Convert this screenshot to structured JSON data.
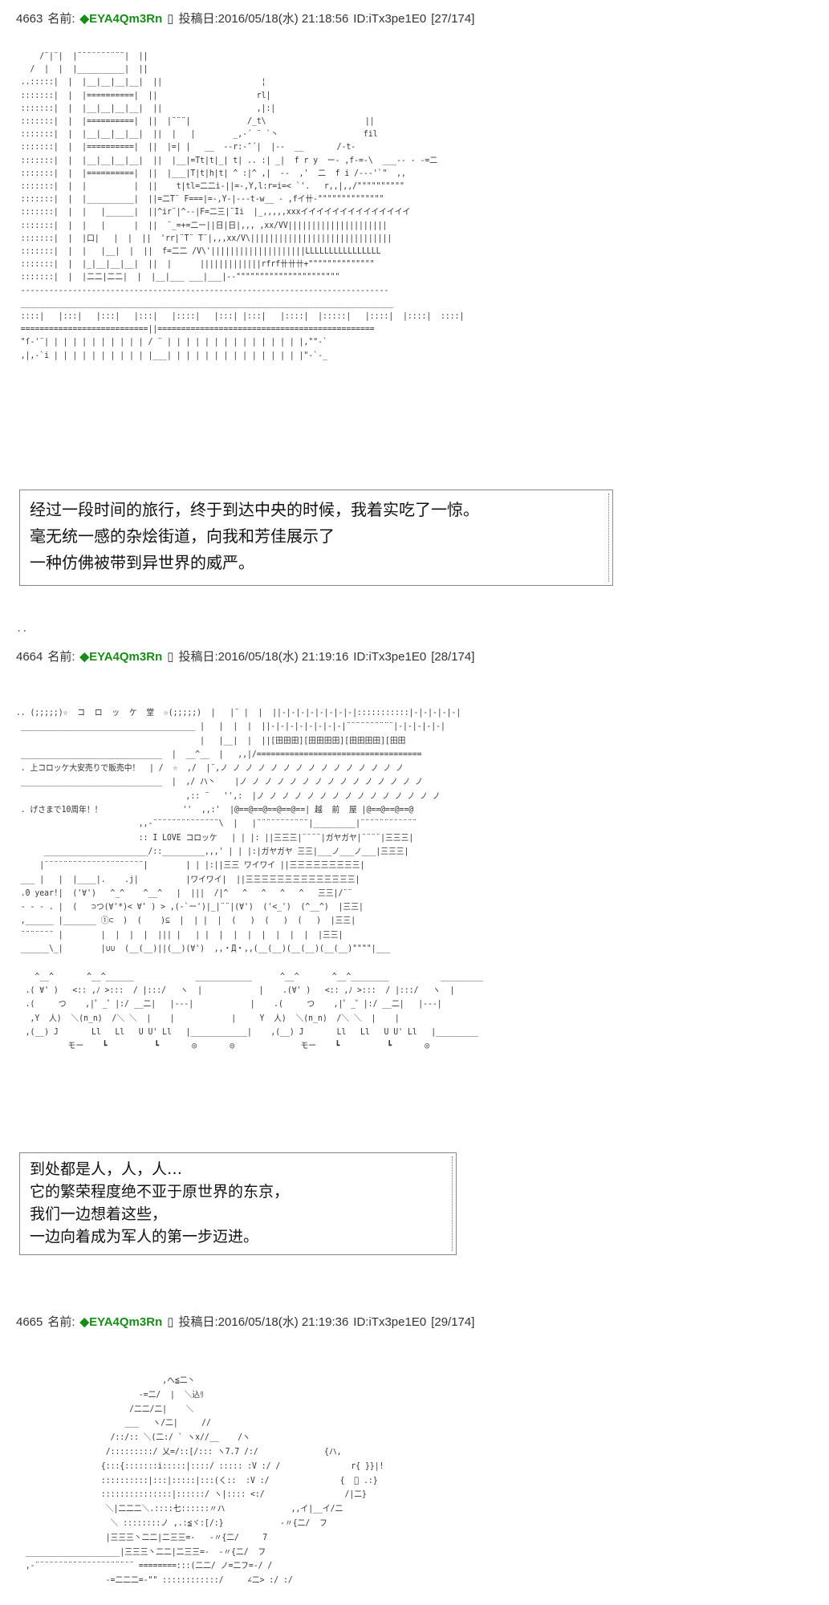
{
  "posts": [
    {
      "number": "4663",
      "name_label": "名前:",
      "trip": "◆EYA4Qm3Rn",
      "date_label": "投稿日:",
      "datetime": "2016/05/18(水) 21:18:56",
      "id": "ID:iTx3pe1E0",
      "count": "[27/174]",
      "narration": [
        "经过一段时间的旅行，终于到达中央的时候，我着实吃了一惊。",
        "毫无统一感的杂烩街道，向我和芳佳展示了",
        "一种仿佛被带到异世界的威严。"
      ],
      "art": "      /¨|¨|  |¨¨¨¨¨¨¨¨¨¨|  ||\n    /  |  |  |__________|  ||\n  ..:::::|  |  |__|__|__|__|  ||                     ¦\n  :::::::|  |  |==========|  ||                     rl|\n  :::::::|  |  |__|__|__|__|  ||                    ,|:|\n  :::::::|  |  |==========|  ||  |¨¨¨|            /_t\\                     ||\n  :::::::|  |  |__|__|__|__|  ||  |   |        _,-´ ¨ `丶                  fil\n  :::::::|  |  |==========|  ||  |=| |   __  --r:-″´|  |--  __       /-t-\n  :::::::|  |  |__|__|__|__|  ||  |__|=Tt|t|_| t| .. :| _|  f r y  ー- ,f-=-\\  ___-- - -=二\n  :::::::|  |  |==========|  ||  |___|T|t|h|t| ^ :|^ ,|  --  ,'  二  f i /---'`\"  ,,\n  :::::::|  |  |          |  ||    t|tl=二二i-||=-,Y,l:r=i=< `'.   r,,|,,/\"\"\"\"\"\"\"\"\"\"\n  :::::::|  |  |__________|  ||=二T¨ F===|=-,Y-|---t-w__ - ,fイ卄-\"\"\"\"\"\"\"\"\"\"\"\"\"\"\n  :::::::|  |  |   |______|  ||^ir¨|^--|F=二三|¨Ii  |_,,,,,xxxイイイイイイイイイイイイイイ\n  :::::::|  |  |   |      |  ||  ¨_=+=二ー||日|日|,,, ,xx/VV|||||||||||||||||||||\n  :::::::|  |  |口|   |  |  ||  'rr|¨T¨ T¨|,,,xx/V\\||||||||||||||||||||||||||||||\n  :::::::|  |  |   |__|  |  ||  f=二二 /V\\'||||||||||||||||||||LLLLLLLLLLLLLLLL\n  :::::::|  |  |_|__|__|__|  ||  |      |||||||||||||rfrf卄卄卄+\"\"\"\"\"\"\"\"\"\"\"\"\"\"\n  :::::::|  |  |二二|二二|  |  |__|___ ___|___|--\"\"\"\"\"\"\"\"\"\"\"\"\"\"\"\"\"\"\"\"\"\"\n  ------------------------------------------------------------------------------\n  _______________________________________________________________________________\n  ::::|   |:::|   |:::|   |:::|   |::::|   |:::| |:::|   |::::|  |:::::|   |::::|  |::::|  ::::|\n  ===========================||==============================================\n  \"ſ-'¨| | | | | | | | | | | / ¨ | | | | | | | | | | | | | | |,\"\"-`\n  ,|,-`i | | | | | | | | | | |___| | | | | | | | | | | | | | |\"-`-_"
    },
    {
      "number": "4664",
      "name_label": "名前:",
      "trip": "◆EYA4Qm3Rn",
      "date_label": "投稿日:",
      "datetime": "2016/05/18(水) 21:19:16",
      "id": "ID:iTx3pe1E0",
      "count": "[28/174]",
      "narration": [
        "到处都是人，人，人…",
        "它的繁荣程度绝不亚于原世界的东京，",
        "我们一边想着这些，",
        "一边向着成为军人的第一步迈进。"
      ],
      "art": " .. (;;;;;)☆  コ  ロ  ッ  ケ  堂  ☆(;;;;;)  |   |¨ |  |  ||-|-|-|-|-|-|-|-|:::::::::::|-|-|-|-|-|\n  _____________________________________ |   |  |  |  ||-|-|-|-|-|-|-|-|¨¨¨¨¨¨¨¨¨¨|-|-|-|-|-|\n                                        |   |__|  |  ||[田田田][田田田田][田田田田][田田\n  ______________________________  |  __^__  |   ,,|/===================================\n  . 上コロッケ大安売りで販売中！  | /  ☆  ,/  |¨,ノ ノ ノ ノ ノ ノ ノ ノ ノ ノ ノ ノ ノ ノ ノ\n  ______________________________  |  ,/ ハ丶    |ノ ノ ノ ノ ノ ノ ノ ノ ノ ノ ノ ノ ノ ノ ノ\n                                     ,:: ¨   '',:  |ノ ノ ノ ノ ノ ノ ノ ノ ノ ノ ノ ノ ノ ノ ノ\n  . げさまで10周年！！                 ''  ,,:'  |@==@==@==@==@==| 越  前  屋 |@==@==@==@\n                           ,,-¨¨¨¨¨¨¨¨¨¨¨¨¨¨\\  |   |¨¨¨¨¨¨¨¨¨¨¨|_________|¨¨¨¨¨¨¨¨¨¨¨¨\n                           :: I LOVE コロッケ   | | |: ||三三三|¨¨¨¨|ガヤガヤ|¨¨¨¨|三三三|\n       ______________________/::_________,,,' | | |:|ガヤガヤ 三三|___ノ___ノ___|三三三|\n      |¨¨¨¨¨¨¨¨¨¨¨¨¨¨¨¨¨¨¨¨¨|        | | |:||三三 ワイワイ ||三三三三三三三三三|\n  ___ |   |  |____|.    .j|          |ワイワイ|  ||三三三三三三三三三三三三三三|\n  .0 year!|  ('∀')   ^_^    ^__^   |  |||  /|^   ^   ^   ^   ^   三三|/¨¨\n  - - - . |  (   ⊃つ(∀'*)< ∀' ) > ,(‐`ー')|_|¨¨|(∀')  ('<_')  (^__^)  |三三|\n  ,______ |_______ ①⊂  )  (    )⊆  |  | |  |  (   )  (   )  (   )  |三三|\n  ¨¨¨¨¨¨¨ |        |  |  |  |  ||| |   | |  |  |  |  |  |  |  |  |三三|\n  ______\\_|        |∪∪  (__(__)||(__)(∀')  ,,・Д・,,(__(__)(__(__)(__(__)\"\"\"\"|___\n\n     ^__^       ^__^______             ____________      ^__^       ^__^________           _________\n   .( ∀' )   <:: ,ﾉ >:::  / |:::/   ヽ  |            |    .(∀' )   <:: ,ﾉ >:::  / |:::/   ヽ  |\n   .(     つ    ,|゜_゜|:/ __二|   |---|            |    .(     つ    ,|゜_゜|:/ __二|   |---|\n    ,Y  人)  ＼(n_n)  /＼ ＼  |    |            |     Y  人)  ＼(n_n)  /＼ ＼  |    |\n   ,(__) J       Ll   Ll   U U' Ll   |____________|    ,(__) J       Ll   Ll   U U' Ll   |_________\n            モー    ┗          ┗       ◎       ◎              モー    ┗          ┗       ◎"
    },
    {
      "number": "4665",
      "name_label": "名前:",
      "trip": "◆EYA4Qm3Rn",
      "date_label": "投稿日:",
      "datetime": "2016/05/18(水) 21:19:36",
      "id": "ID:iTx3pe1E0",
      "count": "[29/174]",
      "art": "                               ,へ≦二丶\n                          -=二/  |  ＼込ﾘ\n                        /二二/二|    ＼\n                       ___   ヽ/二|     //\n                    /::/:: ＼(二:/ ` ヽx//__    /ヽ\n                   /:::::::::/ 乂=/::[/::: ヽ7.7 /:/              {ハ,\n                  {:::{:::::::i:::::|::::/ ::::: :V :/ /               r{ }}|!\n                  ::::::::::|:::|:::::|:::(く::  :V :/               {  ゚ .:}\n                  :::::::::::::::|::::::/ ヽ|:::: <:/                 /|二}\n                   ＼|二二二＼.::::七::::::〃ハ              ,,イ|__イ/二\n                    ＼ ::::::::ノ ,.:≦ヾ:[/:}            -〃{二/  フ\n                   |三三三丶二二|二三三=-   -〃{二/     7\n  ____________________|三三三丶二二|二三三=-  -〃{二/  フ\n  ,-¨¨¨¨¨¨¨¨¨¨¨¨¨¨¨¨¨¨¨¨¨ ========:::(二二/ ノ=二フ=-/ /\n                   -=二二二=-\"\" ::::::::::::/     ∠二> :/ :/"
    }
  ]
}
